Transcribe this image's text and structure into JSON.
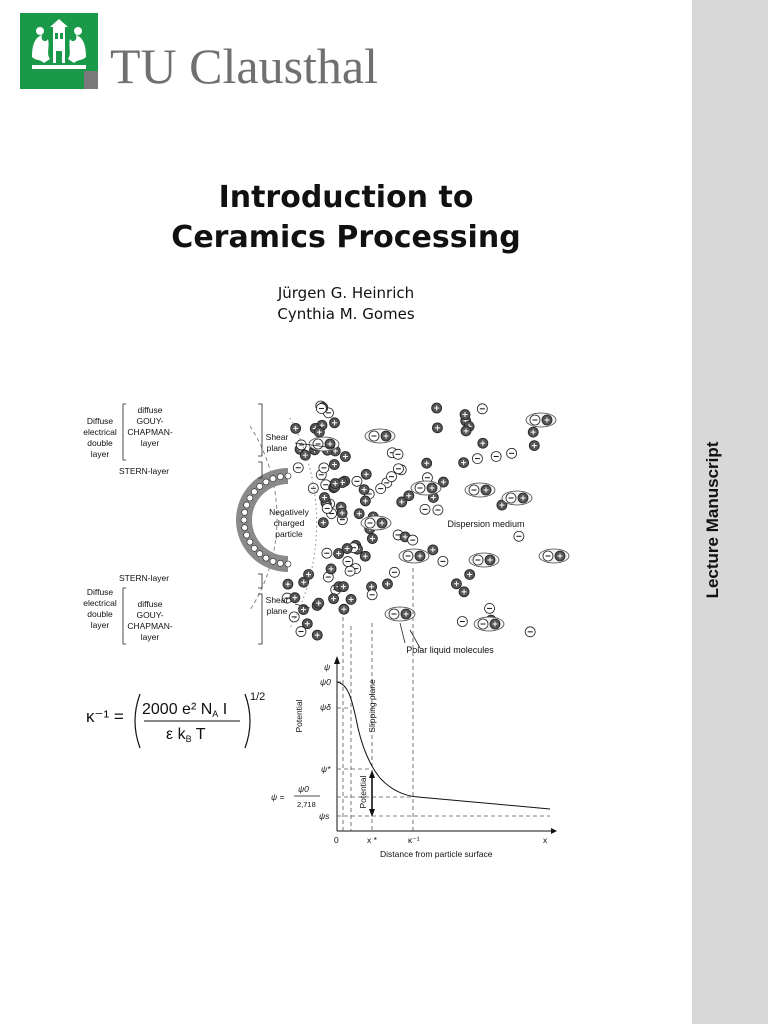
{
  "logo": {
    "name": "TU Clausthal",
    "brand_color": "#1a9a48",
    "icon": "crest-icon"
  },
  "sidebar": {
    "label": "Lecture Manuscript",
    "background": "#d8d8d8"
  },
  "title": {
    "line1": "Introduction to",
    "line2": "Ceramics Processing"
  },
  "authors": [
    "Jürgen G. Heinrich",
    "Cynthia M. Gomes"
  ],
  "figure": {
    "upper_left_labels": {
      "bracket_outer": [
        "Diffuse",
        "electrical",
        "double",
        "layer"
      ],
      "bracket_inner": [
        "diffuse",
        "GOUY-",
        "CHAPMAN-",
        "layer"
      ],
      "stern": "STERN-layer"
    },
    "lower_left_labels": {
      "stern": "STERN-layer",
      "bracket_outer": [
        "Diffuse",
        "electrical",
        "double",
        "layer"
      ],
      "bracket_inner": [
        "diffuse",
        "GOUY-",
        "CHAPMAN-",
        "layer"
      ]
    },
    "shear_plane": [
      "Shear",
      "plane"
    ],
    "particle": [
      "Negatively",
      "charged",
      "particle"
    ],
    "dispersion_medium": "Dispersion medium",
    "polar_molecules": "Polar liquid molecules",
    "graph": {
      "y_axis_label": "Potential",
      "slipping_plane": "Slipping plane",
      "inner_potential": "Potential",
      "x_axis_label": "Distance from particle surface",
      "psi": "ψ",
      "psi0": "ψ0",
      "psi_delta": "ψδ",
      "psi_star": "ψ*",
      "psi_s": "ψs",
      "psi_eq_lhs": "ψ =",
      "psi_eq_num": "ψ0",
      "psi_eq_den": "2,718",
      "x_tick_0": "0",
      "x_tick_star": "x *",
      "x_tick_kappa": "κ⁻¹",
      "x_end": "x"
    },
    "formula": {
      "lhs": "κ⁻¹ =",
      "numerator": "2000 e² N",
      "num_sub": "A",
      "num_tail": " I",
      "denominator": "ε k",
      "den_sub": "B",
      "den_tail": " T",
      "exponent": "1/2"
    }
  }
}
